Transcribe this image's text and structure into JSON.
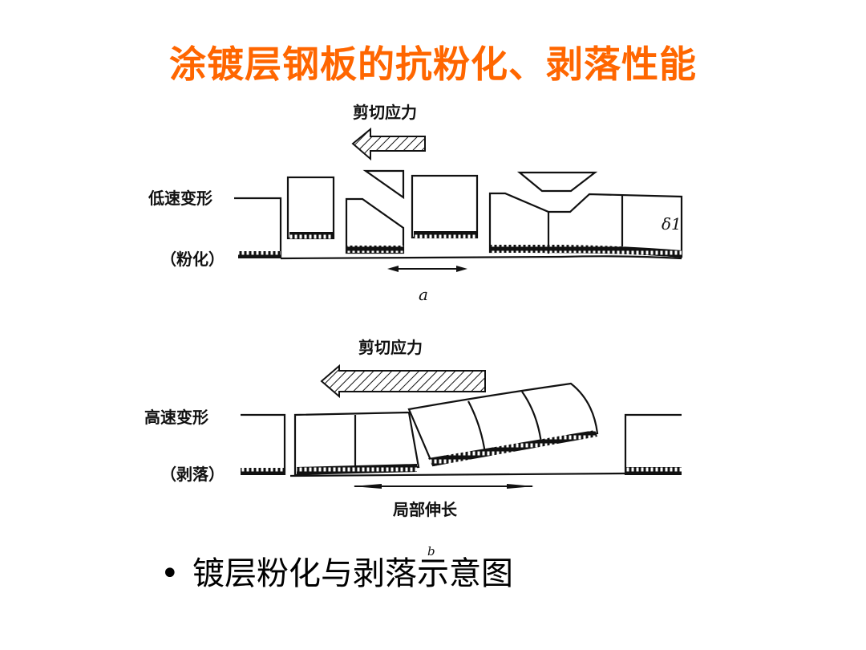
{
  "title": "涂镀层钢板的抗粉化、剥落性能",
  "diagram_a": {
    "force_label": "剪切应力",
    "mode_label": "低速变形",
    "mode_sub": "（粉化）",
    "delta_label": "δ1",
    "caption": "a"
  },
  "diagram_b": {
    "force_label": "剪切应力",
    "mode_label": "高速变形",
    "mode_sub": "（剥落）",
    "elongation_label": "局部伸长",
    "caption": "b"
  },
  "bullet": {
    "marker": "•",
    "text": "镀层粉化与剥落示意图"
  },
  "colors": {
    "title": "#FF6600",
    "line": "#111111"
  }
}
